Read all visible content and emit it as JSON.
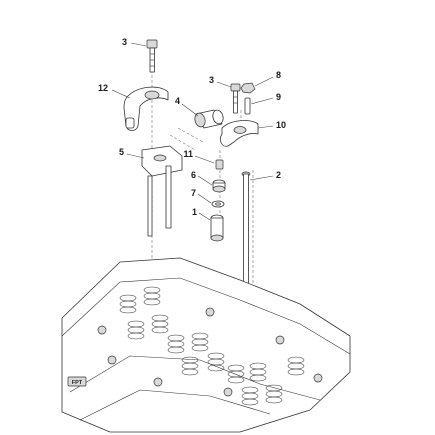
{
  "diagram": {
    "callouts": [
      {
        "id": "c1",
        "label": "1"
      },
      {
        "id": "c2",
        "label": "2"
      },
      {
        "id": "c3a",
        "label": "3"
      },
      {
        "id": "c3b",
        "label": "3"
      },
      {
        "id": "c4",
        "label": "4"
      },
      {
        "id": "c5",
        "label": "5"
      },
      {
        "id": "c6",
        "label": "6"
      },
      {
        "id": "c7",
        "label": "7"
      },
      {
        "id": "c8",
        "label": "8"
      },
      {
        "id": "c9",
        "label": "9"
      },
      {
        "id": "c10",
        "label": "10"
      },
      {
        "id": "c11",
        "label": "11"
      },
      {
        "id": "c12",
        "label": "12"
      }
    ],
    "brand_mark": "FPT"
  },
  "colors": {
    "line": "#333333",
    "shade": "#d9d9d9",
    "background": "#ffffff"
  }
}
